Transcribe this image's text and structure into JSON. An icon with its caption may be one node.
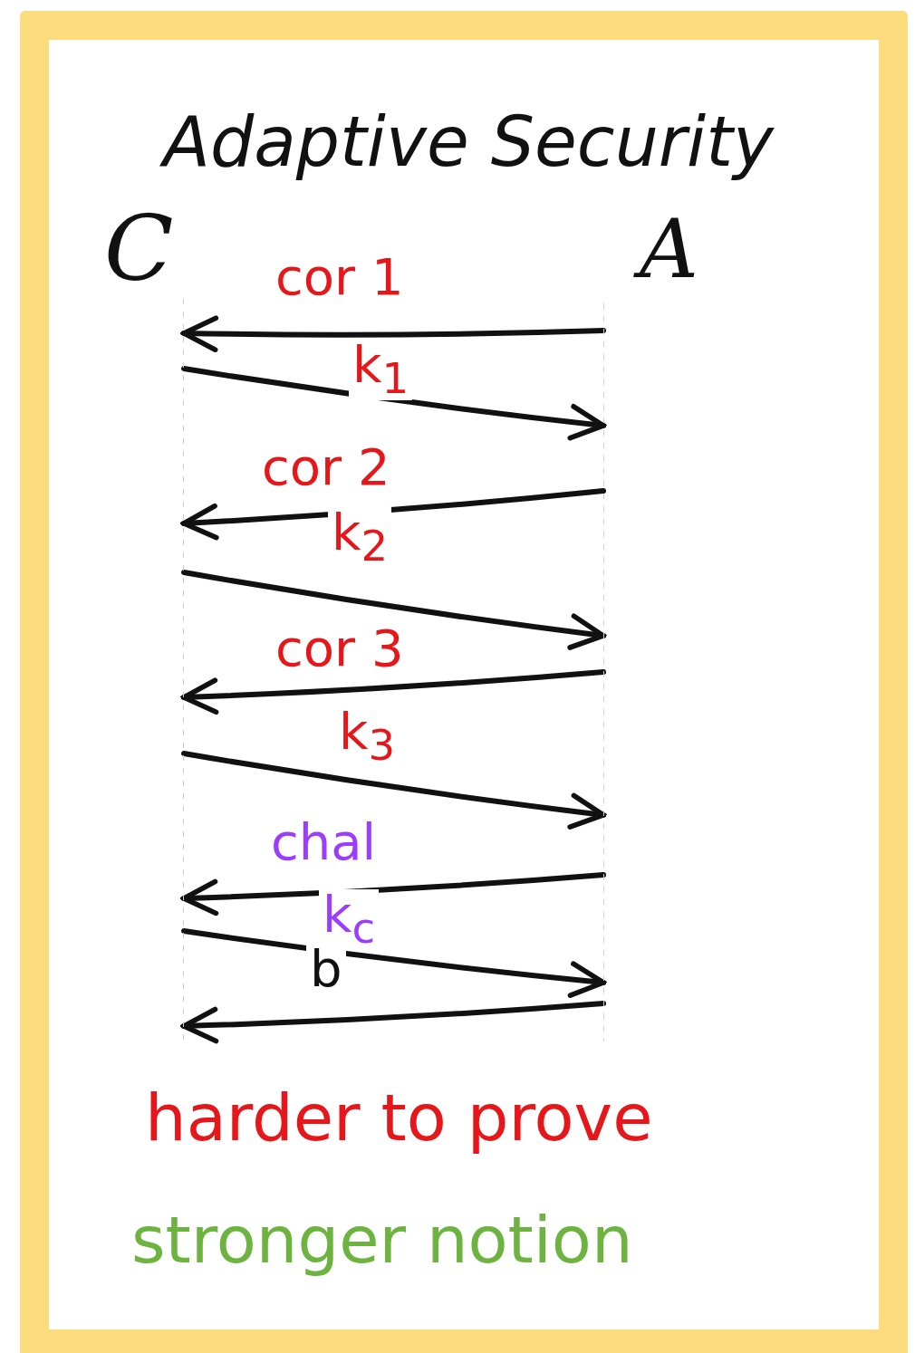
{
  "diagram": {
    "title": "Adaptive Security",
    "nodes": [
      {
        "text": [
          "C"
        ]
      },
      {
        "text": [
          "A"
        ]
      }
    ],
    "edges": [
      {
        "from": 1,
        "to": 0,
        "arrow": "to",
        "label": "cor 1"
      },
      {
        "from": 0,
        "to": 1,
        "arrow": "to",
        "label": "k$_{1}$"
      },
      {
        "from": 1,
        "to": 0,
        "arrow": "to",
        "label": "cor 2"
      },
      {
        "from": 0,
        "to": 1,
        "arrow": "to",
        "label": "k$_{2}$"
      },
      {
        "from": 1,
        "to": 0,
        "arrow": "to",
        "label": "cor 3"
      },
      {
        "from": 0,
        "to": 1,
        "arrow": "to",
        "label": "k$_{3}$"
      },
      {
        "from": 1,
        "to": 0,
        "arrow": "to",
        "label": "chal"
      },
      {
        "from": 0,
        "to": 1,
        "arrow": "to",
        "label": "k$_{c}$"
      },
      {
        "from": 1,
        "to": 0,
        "arrow": "to",
        "label": "b"
      }
    ],
    "labels": [
      "harder to prove",
      "stronger notion"
    ]
  }
}
